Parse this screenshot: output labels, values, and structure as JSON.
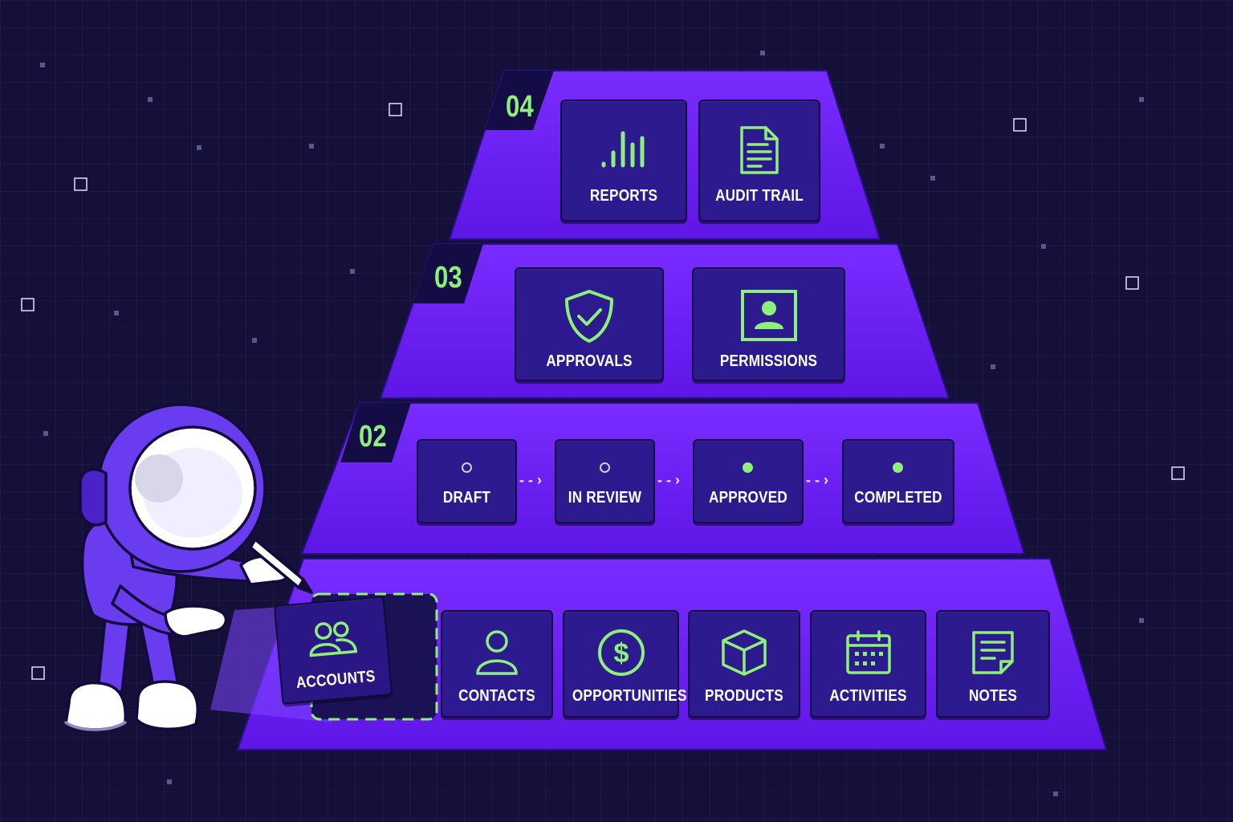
{
  "colors": {
    "background": "#15103a",
    "tier": "#6a1ff0",
    "box": "#2d1a8e",
    "accent": "#8ef07a",
    "text": "#ffffff"
  },
  "tiers": [
    {
      "number": "04",
      "items": [
        {
          "label": "REPORTS",
          "icon": "bar-chart-icon"
        },
        {
          "label": "AUDIT TRAIL",
          "icon": "document-icon"
        }
      ]
    },
    {
      "number": "03",
      "items": [
        {
          "label": "APPROVALS",
          "icon": "shield-check-icon"
        },
        {
          "label": "PERMISSIONS",
          "icon": "user-badge-icon"
        }
      ]
    },
    {
      "number": "02",
      "items": [
        {
          "label": "DRAFT",
          "icon": "open-circle-icon"
        },
        {
          "label": "IN REVIEW",
          "icon": "open-circle-icon"
        },
        {
          "label": "APPROVED",
          "icon": "filled-circle-icon"
        },
        {
          "label": "COMPLETED",
          "icon": "filled-circle-icon"
        }
      ]
    },
    {
      "number": "",
      "items": [
        {
          "label": "ACCOUNTS",
          "icon": "users-icon"
        },
        {
          "label": "CONTACTS",
          "icon": "user-icon"
        },
        {
          "label": "OPPORTUNITIES",
          "icon": "dollar-icon"
        },
        {
          "label": "PRODUCTS",
          "icon": "box-icon"
        },
        {
          "label": "ACTIVITIES",
          "icon": "calendar-icon"
        },
        {
          "label": "NOTES",
          "icon": "note-icon"
        }
      ]
    }
  ]
}
